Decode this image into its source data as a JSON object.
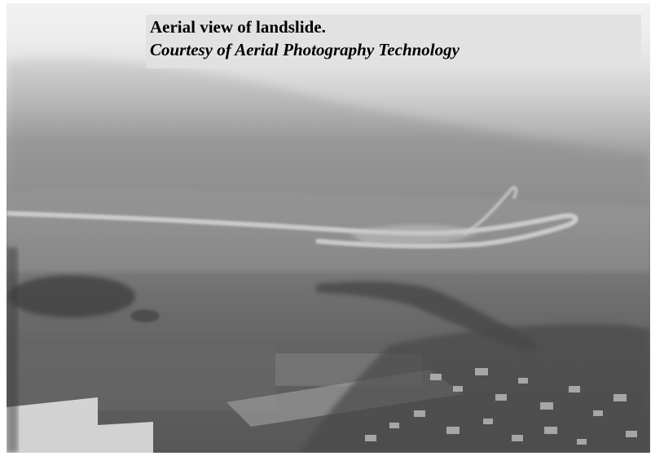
{
  "caption": {
    "title": "Aerial view of landslide.",
    "credit": "Courtesy of Aerial Photography Technology"
  },
  "photo": {
    "subject": "aerial-landslide-photo",
    "tone": "greyscale",
    "colors": {
      "sky": "#e6e6e6",
      "ground_dark": "#575757",
      "caption_box": "#e1e1e1"
    }
  }
}
